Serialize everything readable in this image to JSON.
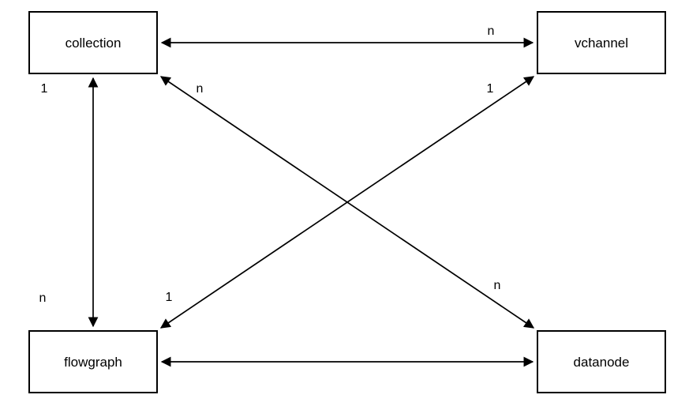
{
  "diagram": {
    "background_color": "#ffffff",
    "stroke_color": "#000000"
  },
  "nodes": {
    "collection": "collection",
    "vchannel": "vchannel",
    "flowgraph": "flowgraph",
    "datanode": "datanode"
  },
  "edge_labels": {
    "collection_vchannel_n": "n",
    "collection_flowgraph_1": "1",
    "collection_flowgraph_n": "n",
    "collection_datanode_n_near_collection": "n",
    "collection_datanode_n_near_datanode": "n",
    "flowgraph_vchannel_1_near_vchannel": "1",
    "flowgraph_vchannel_1_near_flowgraph": "1"
  }
}
